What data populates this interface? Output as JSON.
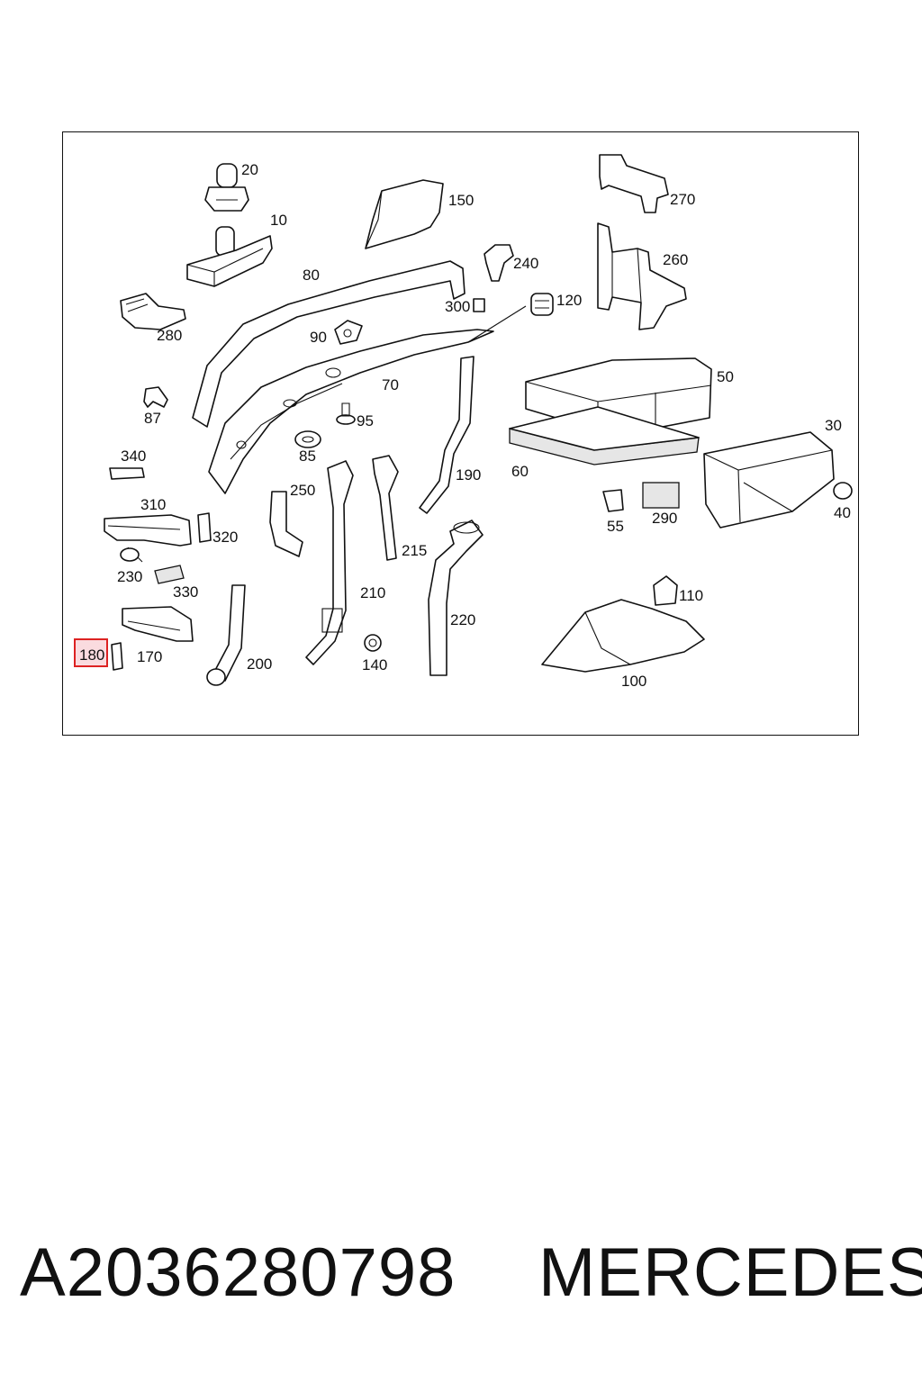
{
  "diagram": {
    "callouts": [
      "20",
      "10",
      "150",
      "270",
      "260",
      "240",
      "120",
      "300",
      "80",
      "280",
      "90",
      "70",
      "50",
      "87",
      "95",
      "85",
      "30",
      "340",
      "250",
      "190",
      "60",
      "40",
      "310",
      "55",
      "290",
      "320",
      "215",
      "230",
      "330",
      "210",
      "110",
      "220",
      "180",
      "170",
      "140",
      "200",
      "100"
    ],
    "highlighted_callout": "180"
  },
  "footer": {
    "part_number": "A2036280798",
    "brand": "MERCEDES"
  }
}
